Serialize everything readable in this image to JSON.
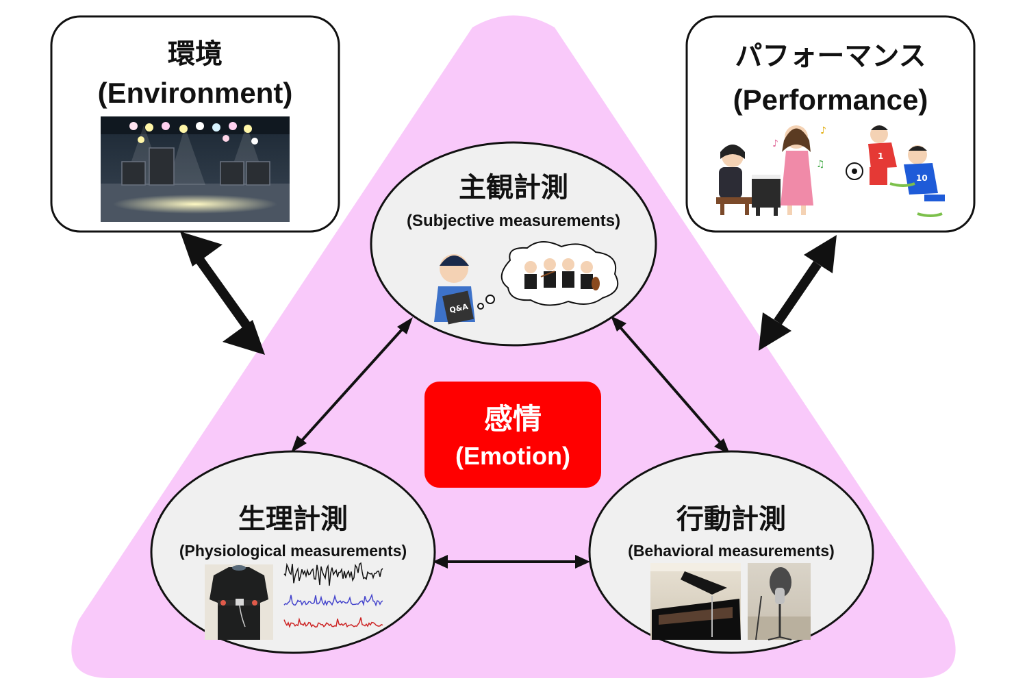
{
  "colors": {
    "triangle": "#f9c9fa",
    "node_fill": "#f0f0f0",
    "box_fill": "#ffffff",
    "stroke": "#111111",
    "emotion_fill": "#ff0000",
    "emotion_text": "#ffffff"
  },
  "environment": {
    "title_jp": "環境",
    "title_en": "(Environment)",
    "image_icon": "concert-stage-illustration"
  },
  "performance": {
    "title_jp": "パフォーマンス",
    "title_en": "(Performance)",
    "image_icon": "pianist-singer-soccer-illustration"
  },
  "subjective": {
    "title_jp": "主観計測",
    "title_en": "(Subjective measurements)",
    "qa_label": "Q&A",
    "image_icon": "person-questionnaire-orchestra-thought-illustration"
  },
  "physiological": {
    "title_jp": "生理計測",
    "title_en": "(Physiological measurements)",
    "image_icon": "wearable-sensor-shirt-signals-photo"
  },
  "behavioral": {
    "title_jp": "行動計測",
    "title_en": "(Behavioral measurements)",
    "image_icon": "piano-microphone-photo"
  },
  "emotion": {
    "title_jp": "感情",
    "title_en": "(Emotion)"
  },
  "jersey_numbers": {
    "blue": "10",
    "red": "1"
  }
}
